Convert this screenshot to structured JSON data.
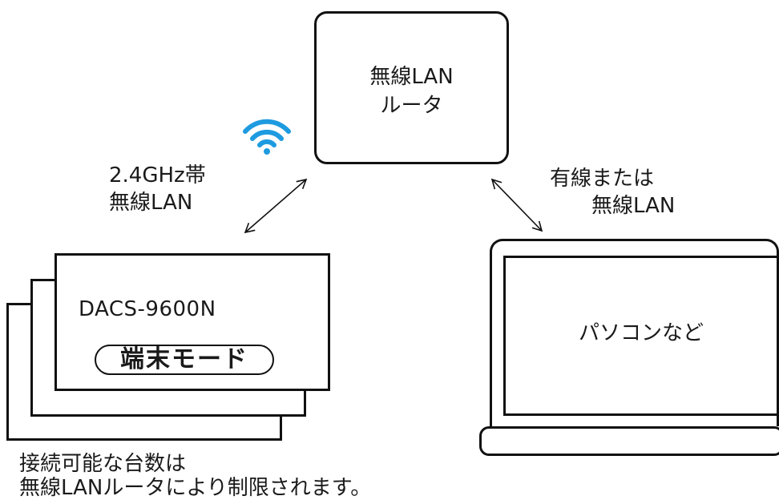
{
  "router": {
    "line1": "無線LAN",
    "line2": "ルータ"
  },
  "left_link": {
    "line1": "2.4GHz帯",
    "line2": "無線LAN"
  },
  "right_link": {
    "line1": "有線または",
    "line2": "無線LAN"
  },
  "terminal": {
    "model": "DACS-9600N",
    "mode": "端末モード"
  },
  "pc": {
    "label": "パソコンなど"
  },
  "note": {
    "line1": "接続可能な台数は",
    "line2": "無線LANルータにより制限されます。"
  },
  "colors": {
    "wifi": "#1e9be0",
    "stroke": "#111111"
  },
  "icons": {
    "wifi": "wifi-icon"
  }
}
